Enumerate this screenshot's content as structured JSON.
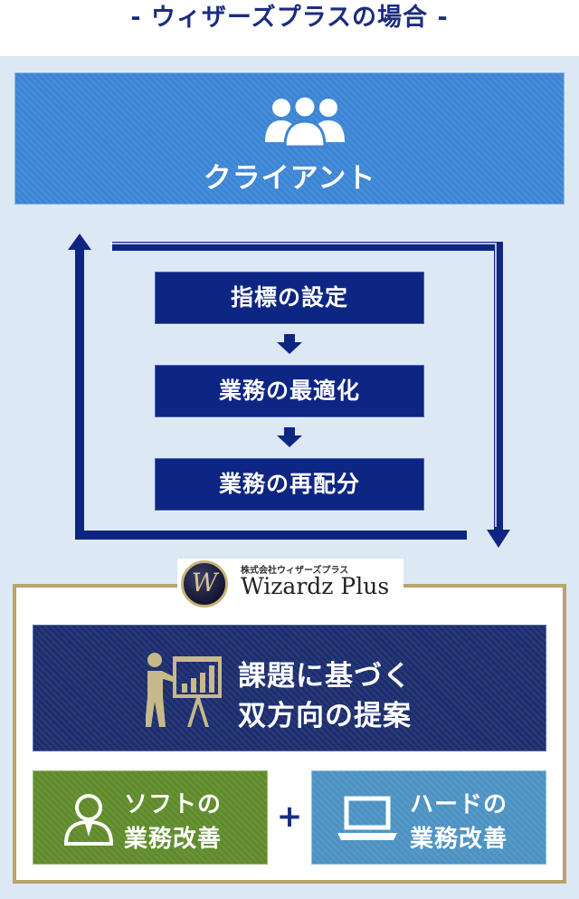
{
  "heading": "- ウィザーズプラスの場合 -",
  "client": {
    "label": "クライアント",
    "icon": "people-group-icon"
  },
  "cycle_steps": [
    "指標の設定",
    "業務の最適化",
    "業務の再配分"
  ],
  "logo": {
    "small_text": "株式会社ウィザーズプラス",
    "name": "Wizardz Plus",
    "emblem_letter": "W"
  },
  "proposal": {
    "line1": "課題に基づく",
    "line2": "双方向の提案",
    "icon": "presenter-chart-icon"
  },
  "software": {
    "line1": "ソフトの",
    "line2": "業務改善",
    "icon": "user-icon"
  },
  "hardware": {
    "line1": "ハードの",
    "line2": "業務改善",
    "icon": "laptop-icon"
  },
  "plus": "+",
  "colors": {
    "heading": "#1b2d80",
    "panel_bg": "#dce8f4",
    "client_box": "#3c85d4",
    "step_box": "#0e2683",
    "arrows": "#0e2683",
    "frame_gold": "#b9a46d",
    "proposal_box": "#1c2e6e",
    "software_box": "#5f8b2b",
    "hardware_box": "#4c92c2"
  }
}
